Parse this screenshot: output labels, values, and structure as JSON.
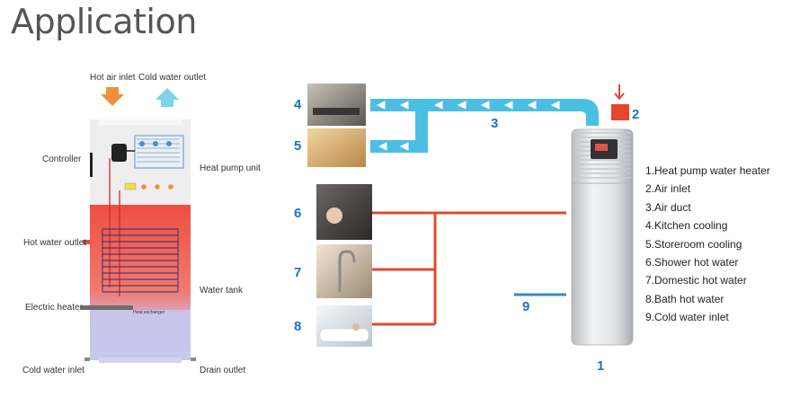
{
  "title": "Application",
  "left_diagram": {
    "hot_air_inlet": "Hot air inlet",
    "cold_water_outlet": "Cold water outlet",
    "controller": "Controller",
    "heat_pump_unit": "Heat pump unit",
    "hot_water_outlet": "Hot water outlet",
    "water_tank": "Water tank",
    "electric_heater": "Electric heater",
    "heat_exchanger": "Heat exchanger",
    "cold_water_inlet": "Cold water inlet",
    "drain_outlet": "Drain outlet"
  },
  "right_diagram": {
    "numbers": {
      "n1": "1",
      "n2": "2",
      "n3": "3",
      "n4": "4",
      "n5": "5",
      "n6": "6",
      "n7": "7",
      "n8": "8",
      "n9": "9"
    },
    "legend": [
      "1.Heat pump water heater",
      "2.Air inlet",
      "3.Air duct",
      "4.Kitchen cooling",
      "5.Storeroom cooling",
      "6.Shower hot water",
      "7.Domestic hot water",
      "8.Bath hot water",
      "9.Cold water inlet"
    ]
  },
  "colors": {
    "duct": "#4bbfe3",
    "hot_pipe": "#e04a2f",
    "cold_pipe": "#3a86c8",
    "number": "#1e73be",
    "tank_hot": "#ef5b4b",
    "tank_cold": "#b9bfea",
    "air_inlet_box": "#e8452c"
  }
}
